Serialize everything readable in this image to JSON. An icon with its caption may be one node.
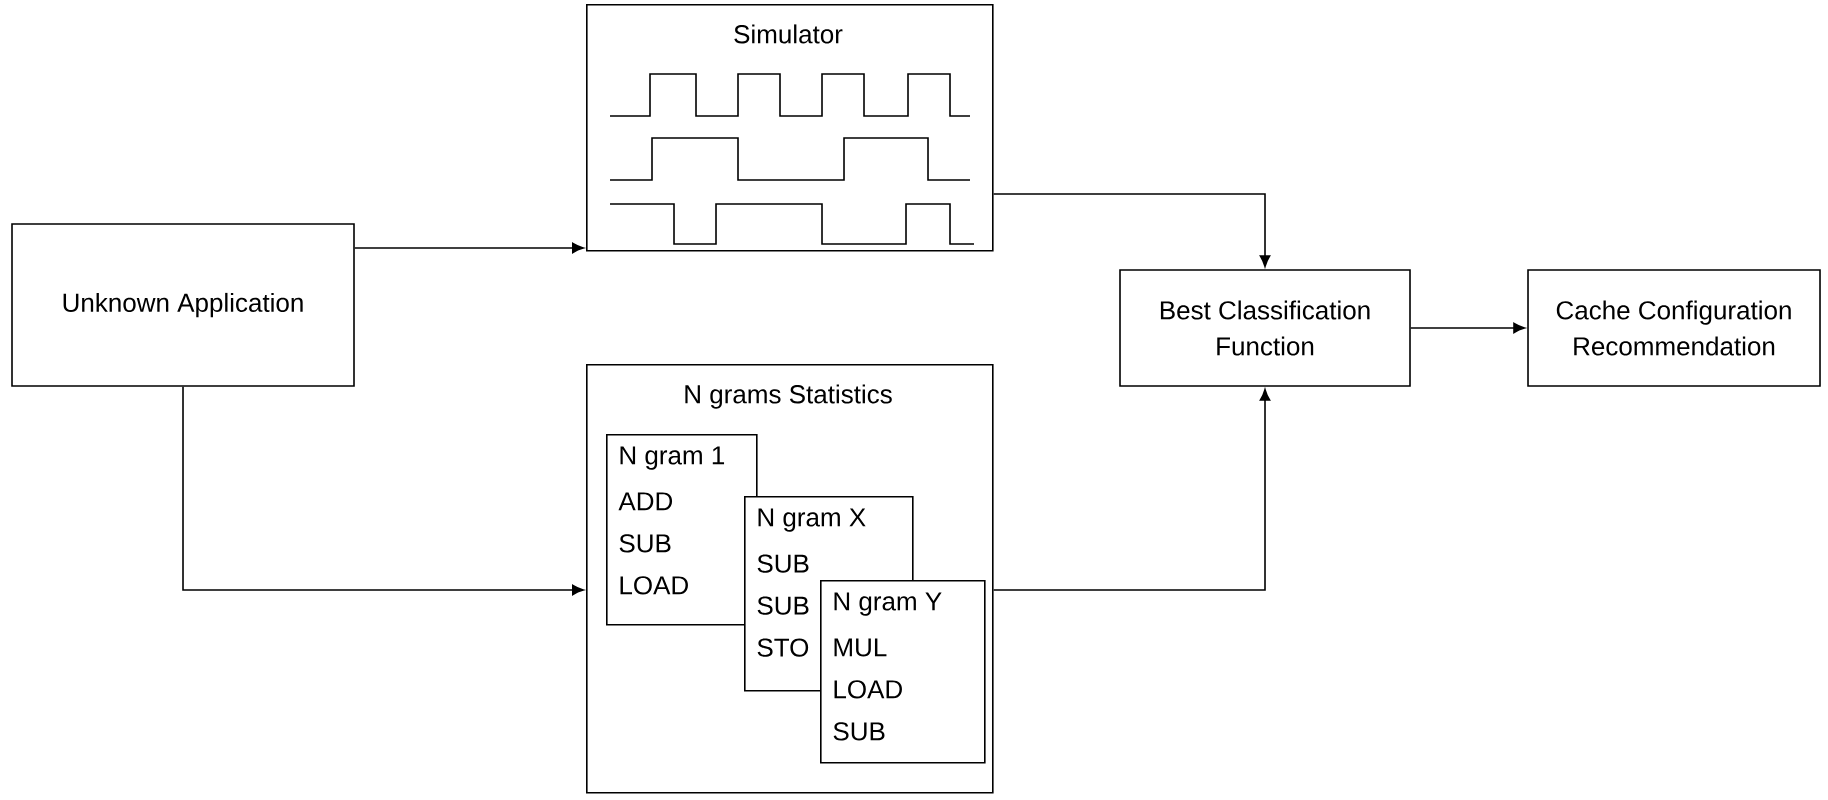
{
  "diagram": {
    "nodes": [
      {
        "text": [
          "Unknown Application"
        ]
      },
      {
        "text": [
          "Simulator"
        ]
      },
      {
        "text": [
          "N grams Statistics"
        ]
      },
      {
        "text": [
          "N gram 1",
          "ADD SUB LOAD"
        ],
        "in": 2
      },
      {
        "text": [
          "N gram X",
          "SUB SUB STO"
        ],
        "in": 2
      },
      {
        "text": [
          "N gram Y",
          "MUL LOAD SUB"
        ],
        "in": 2
      },
      {
        "text": [
          "Best Classification Function"
        ]
      },
      {
        "text": [
          "Cache Configuration Recommendation"
        ]
      }
    ],
    "edges": [
      {
        "from": 0,
        "to": 1,
        "arrow": "to"
      },
      {
        "from": 0,
        "to": 2,
        "arrow": "to"
      },
      {
        "from": 1,
        "to": 6,
        "arrow": "to"
      },
      {
        "from": 2,
        "to": 6,
        "arrow": "to"
      },
      {
        "from": 6,
        "to": 7,
        "arrow": "to"
      }
    ]
  }
}
